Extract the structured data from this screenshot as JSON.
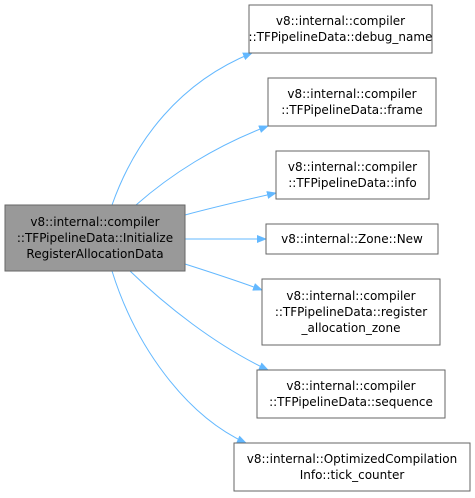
{
  "graph": {
    "colors": {
      "edge": "#63b8ff",
      "source_fill": "#999999",
      "source_border": "#666666",
      "callee_fill": "#ffffff",
      "callee_border": "#666666"
    },
    "source": {
      "lines": [
        "v8::internal::compiler",
        "::TFPipelineData::Initialize",
        "RegisterAllocationData"
      ]
    },
    "callees": [
      {
        "lines": [
          "v8::internal::compiler",
          "::TFPipelineData::debug_name"
        ]
      },
      {
        "lines": [
          "v8::internal::compiler",
          "::TFPipelineData::frame"
        ]
      },
      {
        "lines": [
          "v8::internal::compiler",
          "::TFPipelineData::info"
        ]
      },
      {
        "lines": [
          "v8::internal::Zone::New"
        ]
      },
      {
        "lines": [
          "v8::internal::compiler",
          "::TFPipelineData::register",
          "_allocation_zone"
        ]
      },
      {
        "lines": [
          "v8::internal::compiler",
          "::TFPipelineData::sequence"
        ]
      },
      {
        "lines": [
          "v8::internal::OptimizedCompilation",
          "Info::tick_counter"
        ]
      }
    ]
  }
}
